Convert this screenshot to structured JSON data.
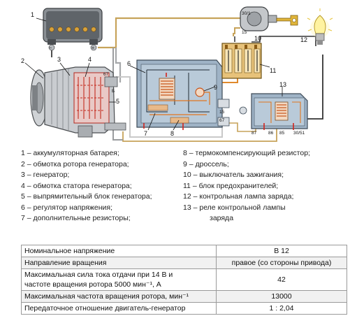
{
  "diagram": {
    "callouts": [
      "1",
      "2",
      "3",
      "4",
      "5",
      "6",
      "7",
      "8",
      "9",
      "10",
      "11",
      "12",
      "13"
    ],
    "pins": {
      "gen_67": "67",
      "gen_b": "Б",
      "ign_301": "30/1",
      "ign_15": "15",
      "reg_15": "15",
      "reg_67": "67",
      "rel_87": "87",
      "rel_86": "86",
      "rel_85": "85",
      "rel_3051": "30/51"
    }
  },
  "legend": {
    "left": [
      "1 – аккумуляторная батарея;",
      "2 – обмотка ротора генератора;",
      "3 – генератор;",
      "4 – обмотка статора генератора;",
      "5 – выпрямительный блок генератора;",
      "6 – регулятор напряжения;",
      "7 – дополнительные резисторы;"
    ],
    "right": [
      "8 – термокомпенсирующий резистор;",
      "9 – дроссель;",
      "10 – выключатель зажигания;",
      "11 – блок предохранителей;",
      "12 – контрольная лампа заряда;",
      "13 – реле контрольной лампы",
      "заряда"
    ]
  },
  "specs": [
    {
      "param": "Номинальное напряжение",
      "value": "В 12"
    },
    {
      "param": "Направление вращения",
      "value": "правое (со стороны привода)"
    },
    {
      "param": "Максимальная сила тока отдачи при 14 В и",
      "param2": "частоте вращения ротора 5000 мин⁻¹, А",
      "value": "42"
    },
    {
      "param": "Максимальная частота вращения ротора, мин⁻¹",
      "value": "13000"
    },
    {
      "param": "Передаточное отношение двигатель-генератор",
      "value": "1 : 2,04"
    }
  ]
}
